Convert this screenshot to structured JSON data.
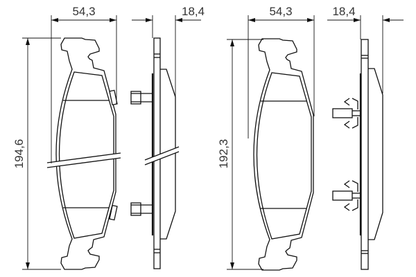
{
  "drawing": {
    "left_pad": {
      "width_label": "54,3",
      "thickness_label": "18,4",
      "height_label": "194,6"
    },
    "right_pad": {
      "width_label": "54,3",
      "thickness_label": "18,4",
      "height_label": "192,3"
    }
  }
}
